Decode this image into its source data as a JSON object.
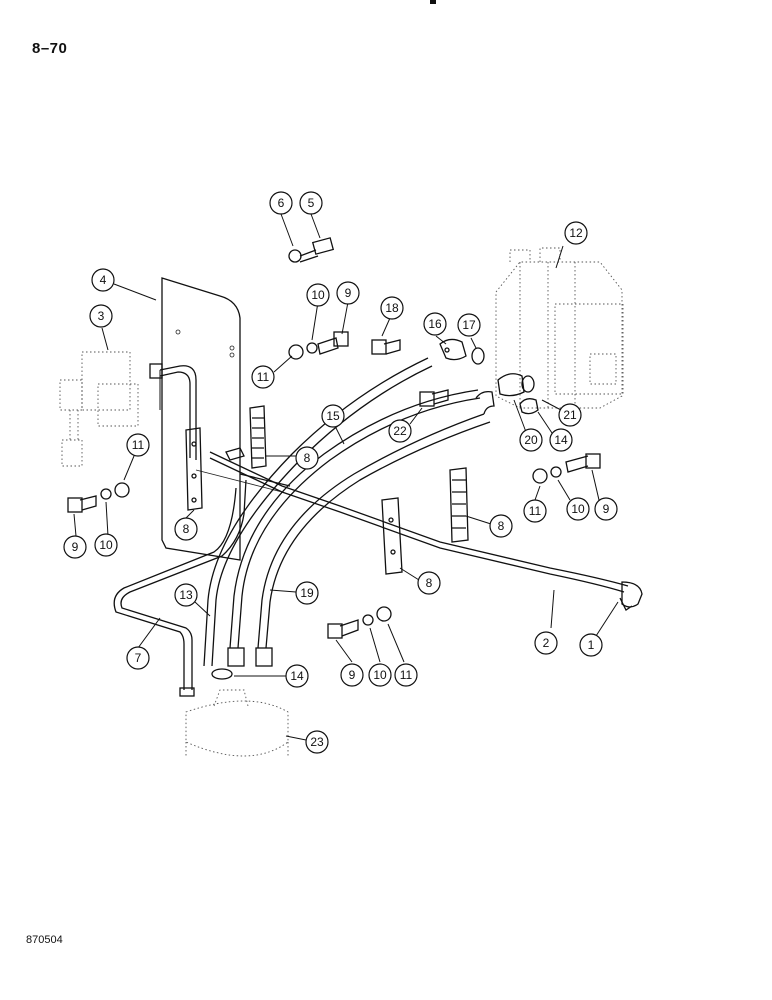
{
  "page_number": "8–70",
  "figure_code": "870504",
  "callouts": [
    "6",
    "5",
    "12",
    "4",
    "3",
    "10",
    "9",
    "18",
    "16",
    "17",
    "11",
    "15",
    "22",
    "21",
    "20",
    "14",
    "8",
    "11",
    "8",
    "11",
    "10",
    "9",
    "9",
    "10",
    "8",
    "8",
    "13",
    "19",
    "7",
    "2",
    "1",
    "14",
    "9",
    "10",
    "11",
    "23"
  ]
}
